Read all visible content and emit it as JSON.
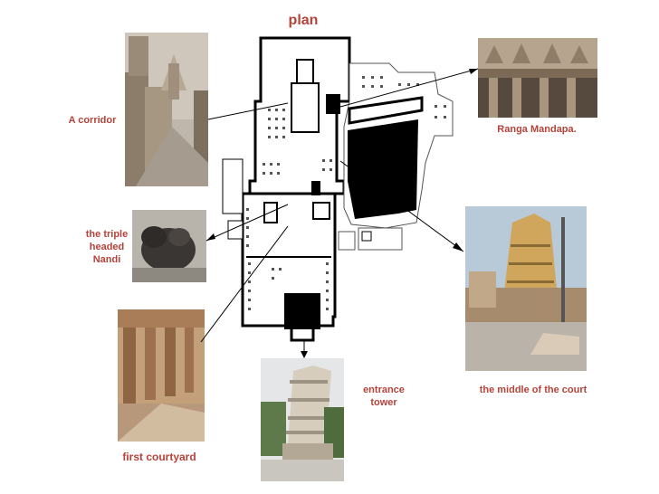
{
  "labels": {
    "plan": "plan",
    "corridor": "A corridor",
    "ranga": "Ranga Mandapa.",
    "nandi": "the triple\nheaded\nNandi",
    "first_courtyard": "first courtyard",
    "entrance_tower": "entrance\ntower",
    "middle_court": "the middle of the court"
  },
  "colors": {
    "label": "#b5433a",
    "line": "#000000"
  }
}
